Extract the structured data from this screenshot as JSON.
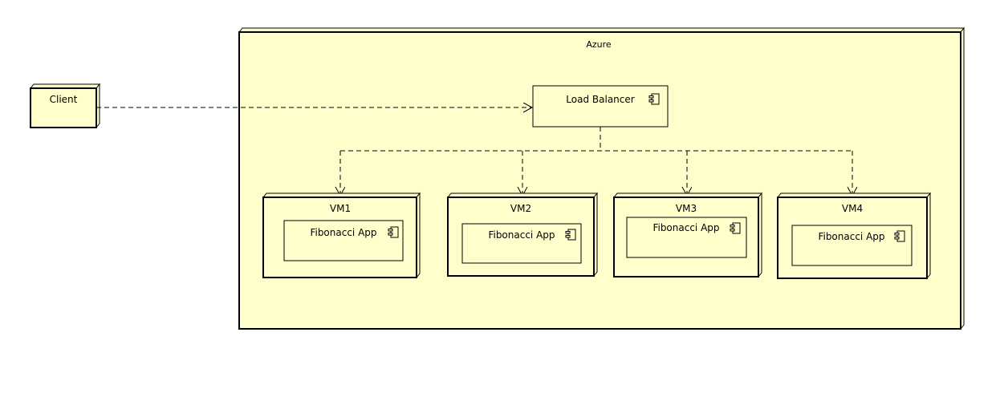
{
  "colors": {
    "node_fill": "#ffffcc",
    "stroke": "#000000",
    "background": "#ffffff"
  },
  "nodes": {
    "client": {
      "label": "Client"
    },
    "azure": {
      "label": "Azure"
    },
    "load_balancer": {
      "label": "Load Balancer",
      "icon": "component-icon"
    },
    "vms": [
      {
        "label": "VM1",
        "app": {
          "label": "Fibonacci App",
          "icon": "component-icon"
        }
      },
      {
        "label": "VM2",
        "app": {
          "label": "Fibonacci App",
          "icon": "component-icon"
        }
      },
      {
        "label": "VM3",
        "app": {
          "label": "Fibonacci App",
          "icon": "component-icon"
        }
      },
      {
        "label": "VM4",
        "app": {
          "label": "Fibonacci App",
          "icon": "component-icon"
        }
      }
    ]
  },
  "connections": [
    {
      "from": "Client",
      "to": "Load Balancer",
      "style": "dashed-arrow"
    },
    {
      "from": "Load Balancer",
      "to": "VM1",
      "style": "dashed-arrow"
    },
    {
      "from": "Load Balancer",
      "to": "VM2",
      "style": "dashed-arrow"
    },
    {
      "from": "Load Balancer",
      "to": "VM3",
      "style": "dashed-arrow"
    },
    {
      "from": "Load Balancer",
      "to": "VM4",
      "style": "dashed-arrow"
    }
  ]
}
